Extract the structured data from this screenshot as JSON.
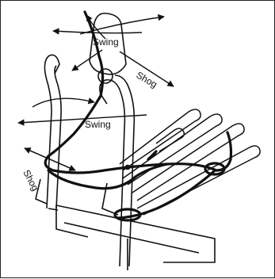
{
  "labels": {
    "swing_top": "Swing",
    "shog_top": "Shog",
    "swing_mid": "Swing",
    "shog_left": "Shog"
  },
  "icons": {
    "arrow": "arrow-icon"
  },
  "colors": {
    "ink": "#111111",
    "background": "#ffffff"
  }
}
